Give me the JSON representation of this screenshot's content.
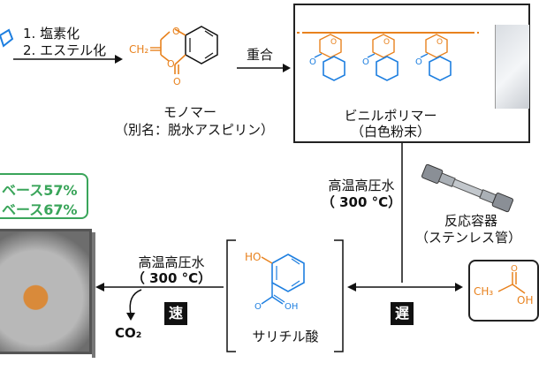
{
  "colors": {
    "orange": "#e8821e",
    "blue": "#1e7fe0",
    "green": "#3aa55a",
    "black": "#111111"
  },
  "steps": [
    "1. 塩素化",
    "2. エステル化"
  ],
  "monomer": {
    "name": "モノマー",
    "alias": "（別名：脱水アスピリン）",
    "ch2_label": "CH₂"
  },
  "polymerization_label": "重合",
  "polymer": {
    "name": "ビニルポリマー",
    "appearance": "（白色粉末）"
  },
  "hot_water_vertical": {
    "label": "高温高圧水",
    "temp": "（ 300 °C）"
  },
  "reactor": {
    "name": "反応容器",
    "material": "（ステンレス管）"
  },
  "yields": [
    "ベース57%",
    "ベース67%"
  ],
  "hot_water_left": {
    "label": "高温高圧水",
    "temp": "（ 300 °C）"
  },
  "speed_fast": "速",
  "speed_slow": "遅",
  "co2_label": "CO₂",
  "salicylic_acid": {
    "name": "サリチル酸",
    "ho_label": "HO"
  },
  "acetic_acid": {
    "ch3_label": "CH₃",
    "oh_label": "OH"
  }
}
